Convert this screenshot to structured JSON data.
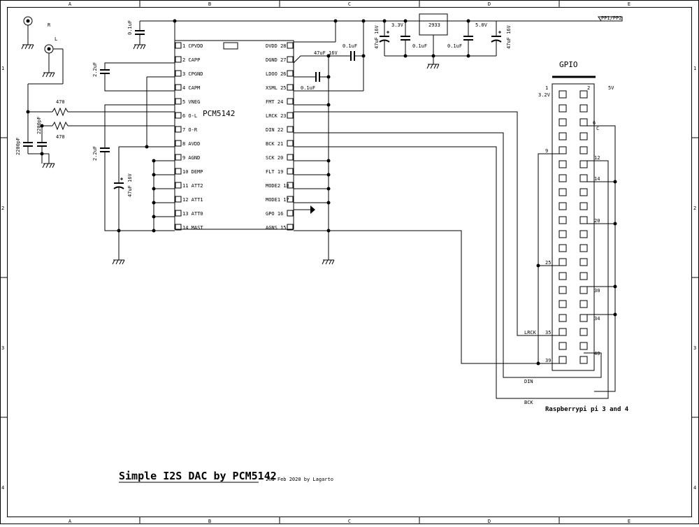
{
  "sheet": {
    "border_cols": [
      "A",
      "B",
      "C",
      "D",
      "E"
    ],
    "border_rows": [
      "1",
      "2",
      "3",
      "4"
    ]
  },
  "title_block": {
    "title": "Simple I2S DAC by PCM5142",
    "subtitle": "2nd Feb 2020 by Lagarto"
  },
  "chip": {
    "name": "PCM5142",
    "left_pins": [
      {
        "num": "1",
        "name": "CPVDD"
      },
      {
        "num": "2",
        "name": "CAPP"
      },
      {
        "num": "3",
        "name": "CPGND"
      },
      {
        "num": "4",
        "name": "CAPM"
      },
      {
        "num": "5",
        "name": "VNEG"
      },
      {
        "num": "6",
        "name": "O-L"
      },
      {
        "num": "7",
        "name": "O-R"
      },
      {
        "num": "8",
        "name": "AVDD"
      },
      {
        "num": "9",
        "name": "AGND"
      },
      {
        "num": "10",
        "name": "DEMP"
      },
      {
        "num": "11",
        "name": "ATT2"
      },
      {
        "num": "12",
        "name": "ATT1"
      },
      {
        "num": "13",
        "name": "ATT0"
      },
      {
        "num": "14",
        "name": "MAST"
      }
    ],
    "right_pins": [
      {
        "num": "28",
        "name": "DVDD"
      },
      {
        "num": "27",
        "name": "DGND"
      },
      {
        "num": "26",
        "name": "LDOO"
      },
      {
        "num": "25",
        "name": "XSML"
      },
      {
        "num": "24",
        "name": "FMT"
      },
      {
        "num": "23",
        "name": "LRCK"
      },
      {
        "num": "22",
        "name": "DIN"
      },
      {
        "num": "21",
        "name": "BCK"
      },
      {
        "num": "20",
        "name": "SCK"
      },
      {
        "num": "19",
        "name": "FLT"
      },
      {
        "num": "18",
        "name": "MODE2"
      },
      {
        "num": "17",
        "name": "MODE1"
      },
      {
        "num": "16",
        "name": "GPO"
      },
      {
        "num": "15",
        "name": "AGNS"
      }
    ]
  },
  "components": {
    "c_cpvdd": "0.1uF",
    "c_capp": "2.2uF",
    "c_vneg": "2.2uF",
    "c_avdd": "47uF 16V",
    "c_dgnd": "47uF 16V",
    "c_dgnd2": "0.1uF",
    "c_ldoo": "0.1uF",
    "c_in": "47uF 16V",
    "reg": "2933",
    "v33": "3.3V",
    "v50": "5.0V",
    "c_reg_in": "0.1uF",
    "c_reg_out": "0.1uF",
    "c_out": "47uF 16V",
    "pp": "PP1/PP2",
    "r1": "470",
    "r2": "470",
    "c_l": "2200pF",
    "c_r": "2200pF",
    "jack_r": "R",
    "jack_l": "L"
  },
  "gpio": {
    "title": "GPIO",
    "board": "Raspberrypi pi 3 and 4",
    "pin1": "1",
    "pin2": "2",
    "v3": "3.2V",
    "v5": "5V",
    "pin6": "6",
    "pin6_gnd": "C",
    "pin9": "9",
    "pin12": "12",
    "pin14": "14",
    "pin20": "20",
    "pin25": "25",
    "pin30": "30",
    "pin34": "34",
    "pin35": "35",
    "pin39": "39",
    "pin40": "40",
    "lrck": "LRCK",
    "din": "DIN",
    "bck": "BCK"
  }
}
